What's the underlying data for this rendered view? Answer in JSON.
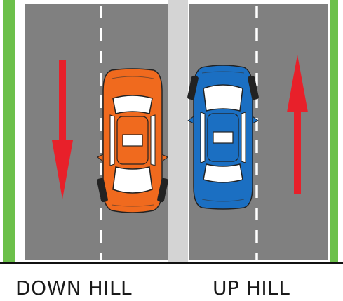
{
  "labels": {
    "left": "DOWN HILL",
    "right": "UP HILL"
  },
  "colors": {
    "road": "#808080",
    "grass": "#6cc04a",
    "median": "#d4d4d4",
    "lane_marking": "#ffffff",
    "arrow": "#e8202a",
    "car_left": "#f06a1e",
    "car_right": "#1b6fc2",
    "ground_line": "#111111"
  },
  "arrows": {
    "left_direction": "down",
    "right_direction": "up"
  },
  "cars": {
    "left_heading": "down",
    "right_heading": "up"
  }
}
